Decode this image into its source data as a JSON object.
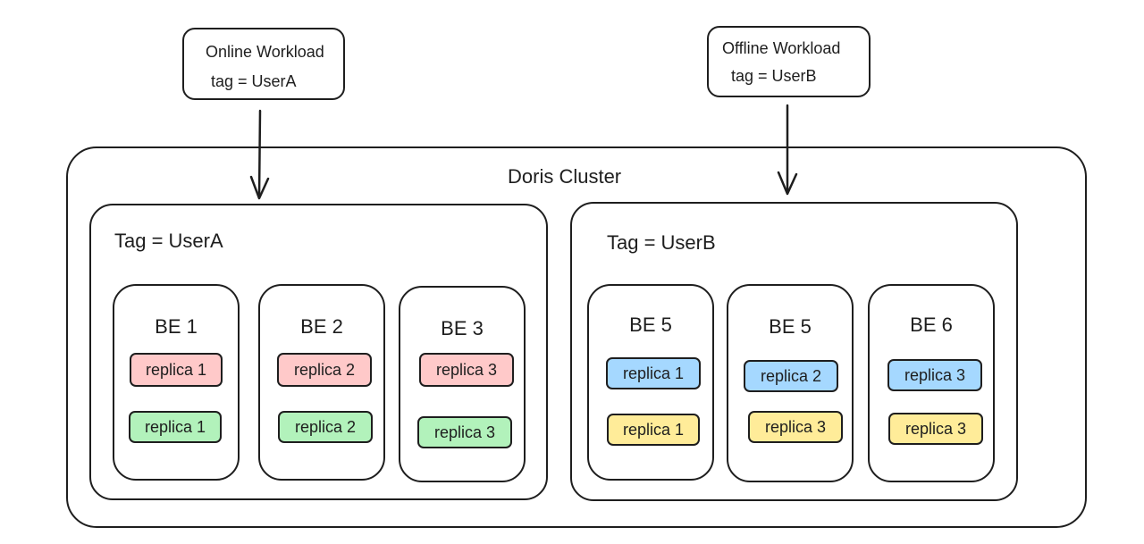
{
  "colors": {
    "stroke": "#1e1e1e",
    "pink": "#ffc9c9",
    "green": "#b2f2bb",
    "blue": "#a5d8ff",
    "yellow": "#ffec99"
  },
  "workloads": {
    "online": {
      "title": "Online Workload",
      "tag": "tag = UserA"
    },
    "offline": {
      "title": "Offline Workload",
      "tag": "tag = UserB"
    }
  },
  "cluster": {
    "title": "Doris Cluster"
  },
  "groups": {
    "a": {
      "title": "Tag = UserA",
      "bes": [
        {
          "title": "BE 1",
          "r1": "replica 1",
          "r2": "replica 1"
        },
        {
          "title": "BE 2",
          "r1": "replica 2",
          "r2": "replica 2"
        },
        {
          "title": "BE 3",
          "r1": "replica 3",
          "r2": "replica 3"
        }
      ]
    },
    "b": {
      "title": "Tag = UserB",
      "bes": [
        {
          "title": "BE 5",
          "r1": "replica 1",
          "r2": "replica 1"
        },
        {
          "title": "BE 5",
          "r1": "replica 2",
          "r2": "replica 3"
        },
        {
          "title": "BE 6",
          "r1": "replica 3",
          "r2": "replica 3"
        }
      ]
    }
  }
}
